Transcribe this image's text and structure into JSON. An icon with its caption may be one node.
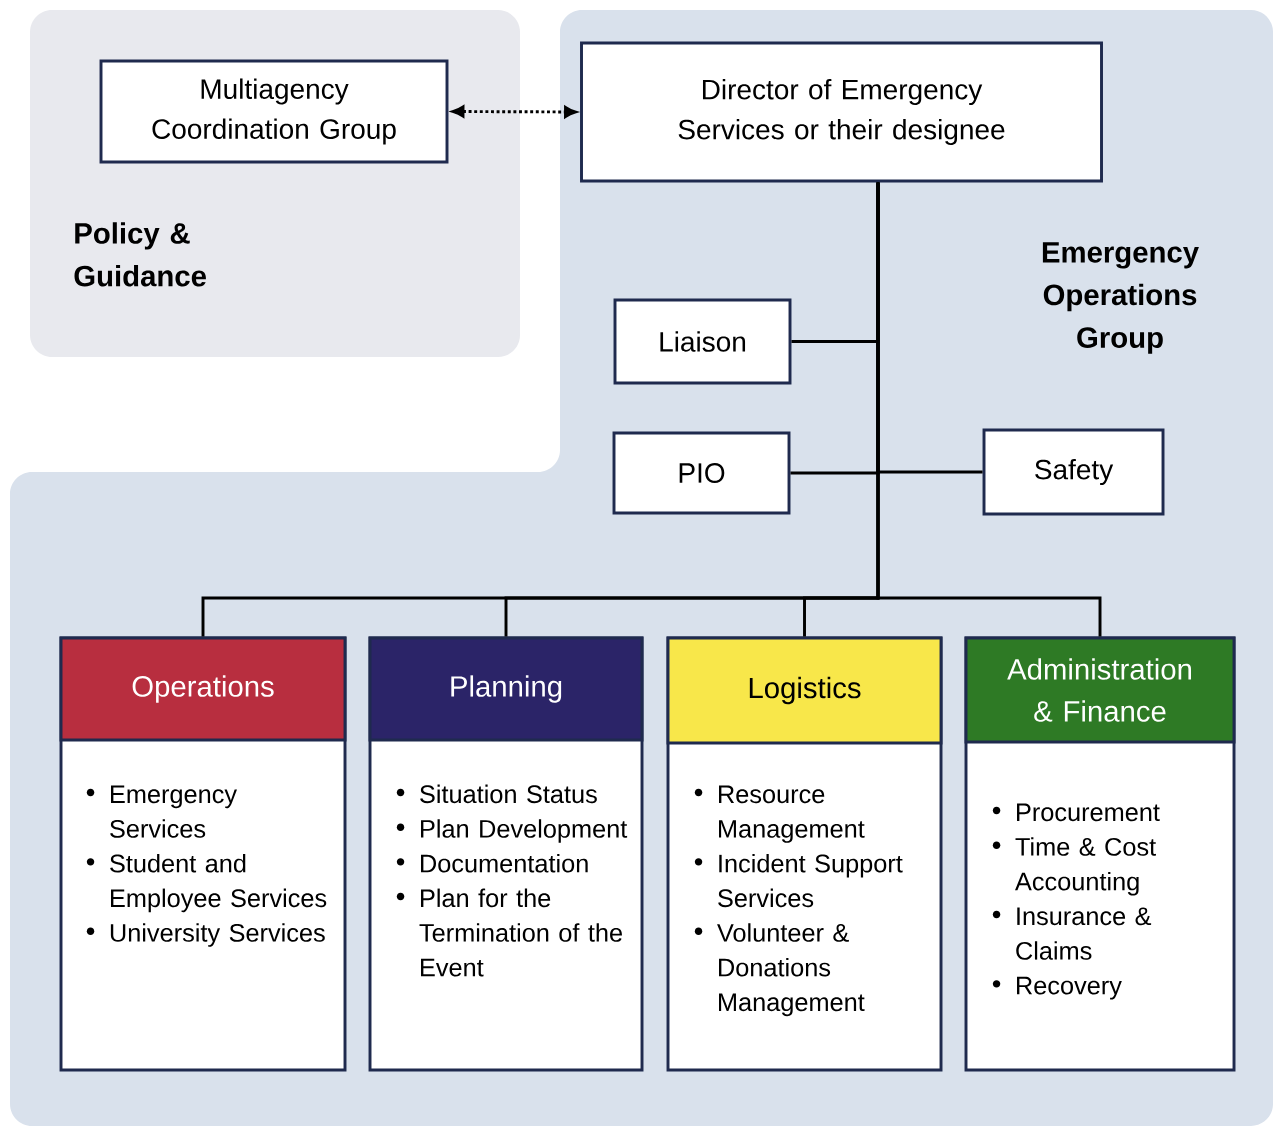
{
  "diagram": {
    "nodes": [
      {
        "text": [
          "Policy & Guidance"
        ]
      },
      {
        "text": [
          "Multiagency Coordination Group"
        ],
        "in": 0
      },
      {
        "text": [
          "Emergency Operations Group"
        ]
      },
      {
        "text": [
          "Director of Emergency Services or their designee"
        ],
        "in": 2
      },
      {
        "text": [
          "Liaison"
        ],
        "in": 2
      },
      {
        "text": [
          "PIO"
        ],
        "in": 2
      },
      {
        "text": [
          "Safety"
        ],
        "in": 2
      },
      {
        "text": [
          "Operations",
          "Emergency Services",
          "Student and Employee Services",
          "University Services"
        ],
        "in": 2
      },
      {
        "text": [
          "Planning",
          "Situation Status",
          "Plan Development",
          "Documentation",
          "Plan for the Termination of the Event"
        ],
        "in": 2
      },
      {
        "text": [
          "Logistics",
          "Resource Management",
          "Incident Support Services",
          "Volunteer & Donations Management"
        ],
        "in": 2
      },
      {
        "text": [
          "Administration & Finance",
          "Procurement",
          "Time & Cost Accounting",
          "Insurance & Claims",
          "Recovery"
        ],
        "in": 2
      }
    ],
    "edges": [
      {
        "from": 1,
        "to": 3,
        "arrow": "both",
        "style": "dashed"
      },
      {
        "from": 3,
        "to": 4,
        "arrow": "none"
      },
      {
        "from": 3,
        "to": 5,
        "arrow": "none"
      },
      {
        "from": 3,
        "to": 6,
        "arrow": "none"
      },
      {
        "from": 3,
        "to": 7,
        "arrow": "none"
      },
      {
        "from": 3,
        "to": 8,
        "arrow": "none"
      },
      {
        "from": 3,
        "to": 9,
        "arrow": "none"
      },
      {
        "from": 3,
        "to": 10,
        "arrow": "none"
      }
    ]
  }
}
